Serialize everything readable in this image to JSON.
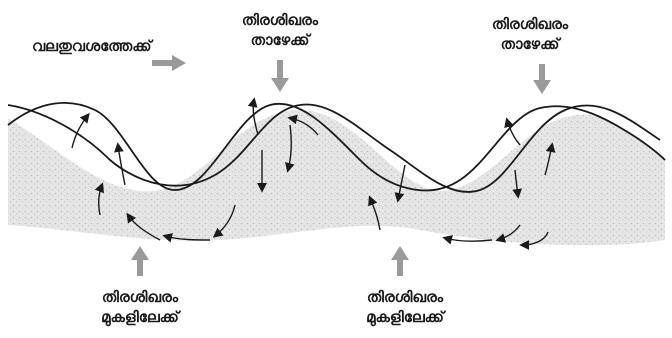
{
  "labels": {
    "rightward": "വലതുവശത്തേക്ക്",
    "crest_down_1": [
      "തിരശിഖരം",
      "താഴേക്ക്"
    ],
    "crest_down_2": [
      "തിരശിഖരം",
      "താഴേക്ക്"
    ],
    "crest_up_1": [
      "തിരശിഖരം",
      "മുകളിലേക്ക്"
    ],
    "crest_up_2": [
      "തിരശിഖരം",
      "മുകളിലേക്ക്"
    ]
  },
  "colors": {
    "arrow_gray": "#9a9a9a",
    "curve": "#1a1a1a",
    "shading": "#d9d9d9"
  }
}
